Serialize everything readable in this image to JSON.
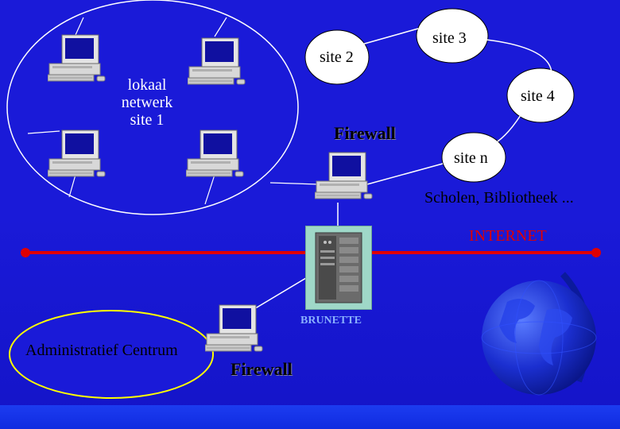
{
  "site1_label": {
    "line1": "lokaal",
    "line2": "netwerk",
    "line3": "site 1"
  },
  "sites": {
    "site2": "site 2",
    "site3": "site 3",
    "site4": "site 4",
    "siten": "site n"
  },
  "firewall_top": "Firewall",
  "firewall_bottom": "Firewall",
  "schools": "Scholen, Bibliotheek ...",
  "internet": "INTERNET",
  "server_label": "BRUNETTE",
  "admin": "Administratief Centrum",
  "colors": {
    "background": "#1a1ad8",
    "internet_line": "#e00000",
    "server_label": "#8ab0ff",
    "admin_ellipse": "#ffff00",
    "link": "#ffffff"
  },
  "icons": [
    "desktop-computer-icon",
    "server-rack-icon",
    "globe-icon"
  ]
}
